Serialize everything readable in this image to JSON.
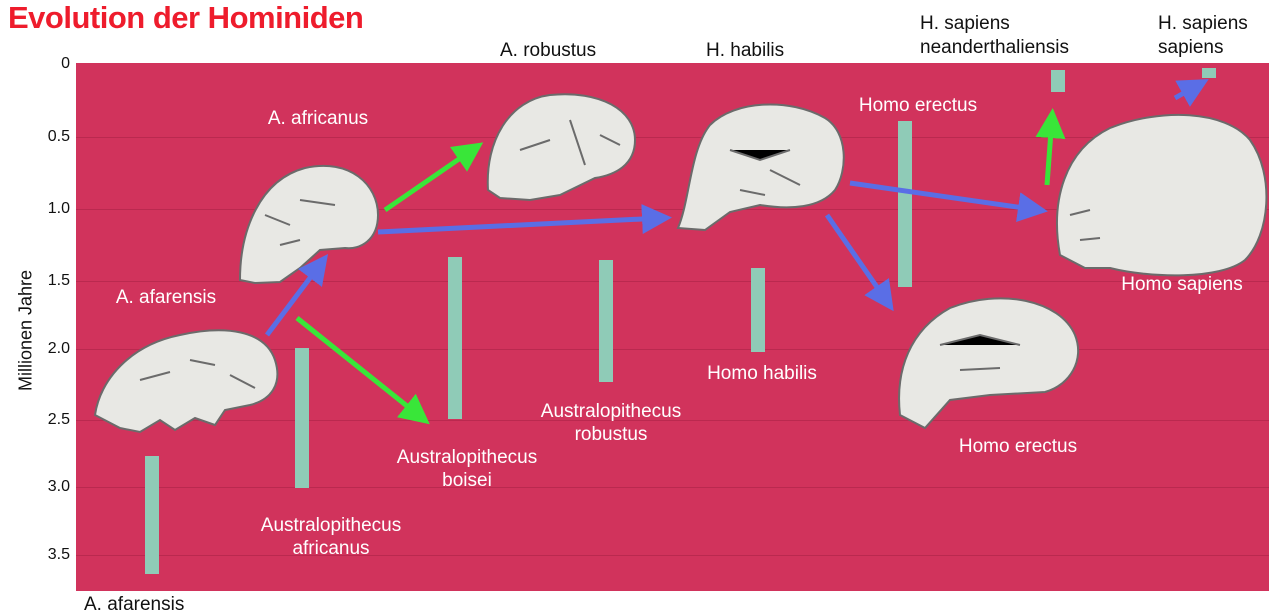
{
  "title": "Evolution der Hominiden",
  "axis": {
    "ylabel": "Millionen Jahre",
    "ticks": [
      "0",
      "0.5",
      "1.0",
      "1.5",
      "2.0",
      "2.5",
      "3.0",
      "3.5"
    ]
  },
  "top_labels": {
    "robustus": "A. robustus",
    "habilis": "H. habilis",
    "neanderthal_1": "H. sapiens",
    "neanderthal_2": "neanderthaliensis",
    "sapiens_1": "H. sapiens",
    "sapiens_2": "sapiens"
  },
  "bottom_label": "A. afarensis",
  "species_labels": {
    "africanus_skull": "A. africanus",
    "afarensis_skull": "A. afarensis",
    "homo_erectus_top": "Homo erectus",
    "homo_sapiens": "Homo sapiens",
    "homo_habilis": "Homo habilis",
    "robustus_1": "Australopithecus",
    "robustus_2": "robustus",
    "boisei_1": "Australopithecus",
    "boisei_2": "boisei",
    "africanus_1": "Australopithecus",
    "africanus_2": "africanus",
    "homo_erectus_bottom": "Homo erectus"
  },
  "ranges_million_years": [
    {
      "species": "A. afarensis",
      "from": 3.7,
      "to": 2.8
    },
    {
      "species": "Australopithecus africanus",
      "from": 3.0,
      "to": 2.0
    },
    {
      "species": "Australopithecus boisei",
      "from": 2.5,
      "to": 1.35
    },
    {
      "species": "Australopithecus robustus",
      "from": 2.2,
      "to": 1.35
    },
    {
      "species": "Homo habilis",
      "from": 2.0,
      "to": 1.4
    },
    {
      "species": "Homo erectus",
      "from": 1.55,
      "to": 0.35
    },
    {
      "species": "H. sapiens neanderthaliensis",
      "from": 0.15,
      "to": 0.03
    },
    {
      "species": "H. sapiens sapiens",
      "from": 0.05,
      "to": 0.0
    }
  ],
  "colors": {
    "title": "#ee1c2c",
    "background": "#d1335c",
    "bar": "#8fcbb7",
    "arrow_green": "#39e639",
    "arrow_blue": "#5a6ee6",
    "skull": "#e8e8e4"
  }
}
